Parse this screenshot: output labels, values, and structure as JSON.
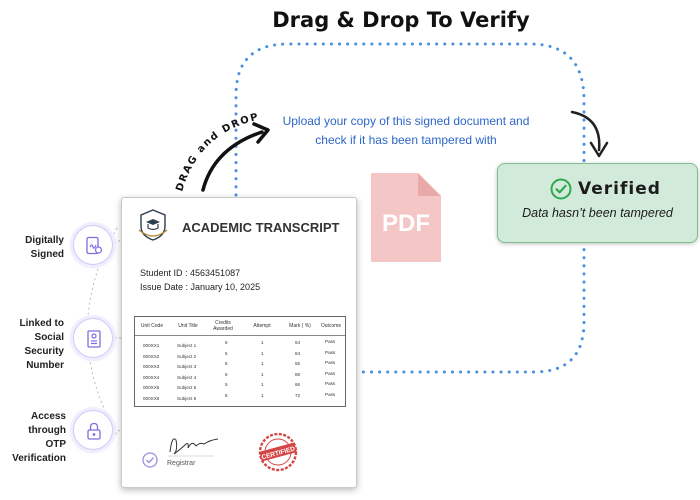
{
  "title": "Drag & Drop To Verify",
  "upload_text": "Upload your copy of this signed document and check if it has been tampered with",
  "drag_label": "DRAG and DROP",
  "features": [
    {
      "label": "Digitally Signed",
      "icon": "signed-tablet-icon"
    },
    {
      "label": "Linked to Social Security Number",
      "icon": "id-document-icon"
    },
    {
      "label": "Access through OTP Verification",
      "icon": "lock-icon"
    }
  ],
  "document": {
    "title": "ACADEMIC TRANSCRIPT",
    "student_id": "Student ID : 4563451087",
    "issue_date": "Issue Date : January 10, 2025",
    "table": {
      "headers": [
        "Unit Code",
        "Unit Title",
        "Credits Awarded",
        "Attempt",
        "Mark ( %)",
        "Outcome"
      ],
      "rows": [
        [
          "000XX1",
          "Subject 1",
          "6",
          "1",
          "64",
          "Pass"
        ],
        [
          "000XX2",
          "Subject 2",
          "5",
          "1",
          "84",
          "Pass"
        ],
        [
          "000XX3",
          "Subject 3",
          "8",
          "1",
          "55",
          "Pass"
        ],
        [
          "000XX4",
          "Subject 4",
          "6",
          "1",
          "88",
          "Pass"
        ],
        [
          "000XX5",
          "Subject 5",
          "5",
          "1",
          "66",
          "Pass"
        ],
        [
          "000XX6",
          "Subject 6",
          "8",
          "1",
          "72",
          "Pass"
        ]
      ]
    },
    "signature_label": "Registrar",
    "stamp_text": "CERTIFIED"
  },
  "pdf_label": "PDF",
  "verified": {
    "title": "Verified",
    "subtitle": "Data hasn’t been tampered"
  },
  "colors": {
    "accent_blue": "#2d66c7",
    "dotted_blue": "#4a8fe0",
    "verified_bg": "#d2ead9",
    "verified_border": "#7ebf8f",
    "check_green": "#2fa84f",
    "pdf_pink": "#f4c6c6",
    "stamp_red": "#d64545",
    "feature_purple": "#7b6fe0"
  }
}
